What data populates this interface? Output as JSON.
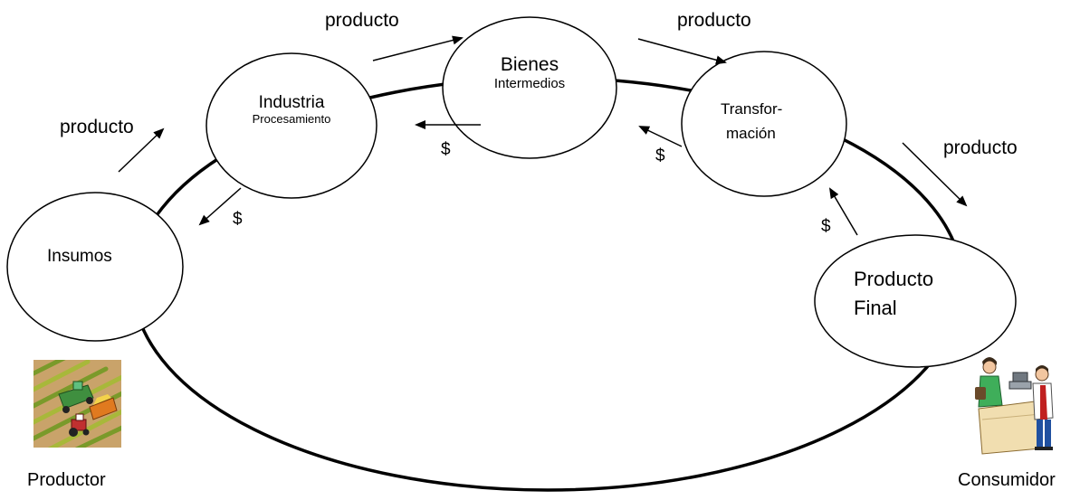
{
  "nodes": {
    "insumos": {
      "title": "Insumos"
    },
    "industria": {
      "title": "Industria",
      "subtitle": "Procesamiento"
    },
    "bienes": {
      "title": "Bienes",
      "subtitle": "Intermedios"
    },
    "transformacion": {
      "title_line1": "Transfor-",
      "title_line2": "mación"
    },
    "producto_final": {
      "title_line1": "Producto",
      "title_line2": "Final"
    }
  },
  "flows": {
    "product_label": "producto",
    "money_label": "$"
  },
  "actors": {
    "producer": "Productor",
    "consumer": "Consumidor"
  },
  "icons": [
    "farm-harvest-clipart-icon",
    "store-checkout-clipart-icon"
  ]
}
